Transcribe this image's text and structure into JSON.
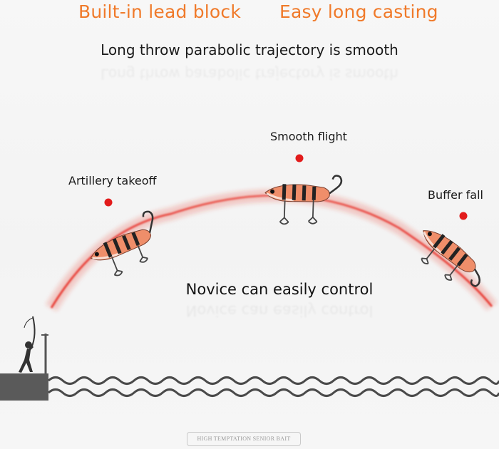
{
  "headline": {
    "left": "Built-in lead block",
    "right": "Easy long casting"
  },
  "subtitle": "Long throw parabolic trajectory is smooth",
  "labels": {
    "takeoff": "Artillery takeoff",
    "flight": "Smooth flight",
    "fall": "Buffer fall"
  },
  "tagline": "Novice can easily control",
  "badge": "HIGH TEMPTATION SENIOR BAIT",
  "colors": {
    "headline": "#f07a2a",
    "trajectory": "#e8322a",
    "marker": "#e21b1b",
    "lure_body": "#ef8e6a",
    "lure_stripe": "#222222",
    "waves": "#4a4a4a",
    "pier": "#5a5a5a"
  },
  "icons": {
    "angler": "angler-silhouette-icon",
    "lure": "fishing-lure-icon",
    "waves": "water-waves-icon"
  }
}
